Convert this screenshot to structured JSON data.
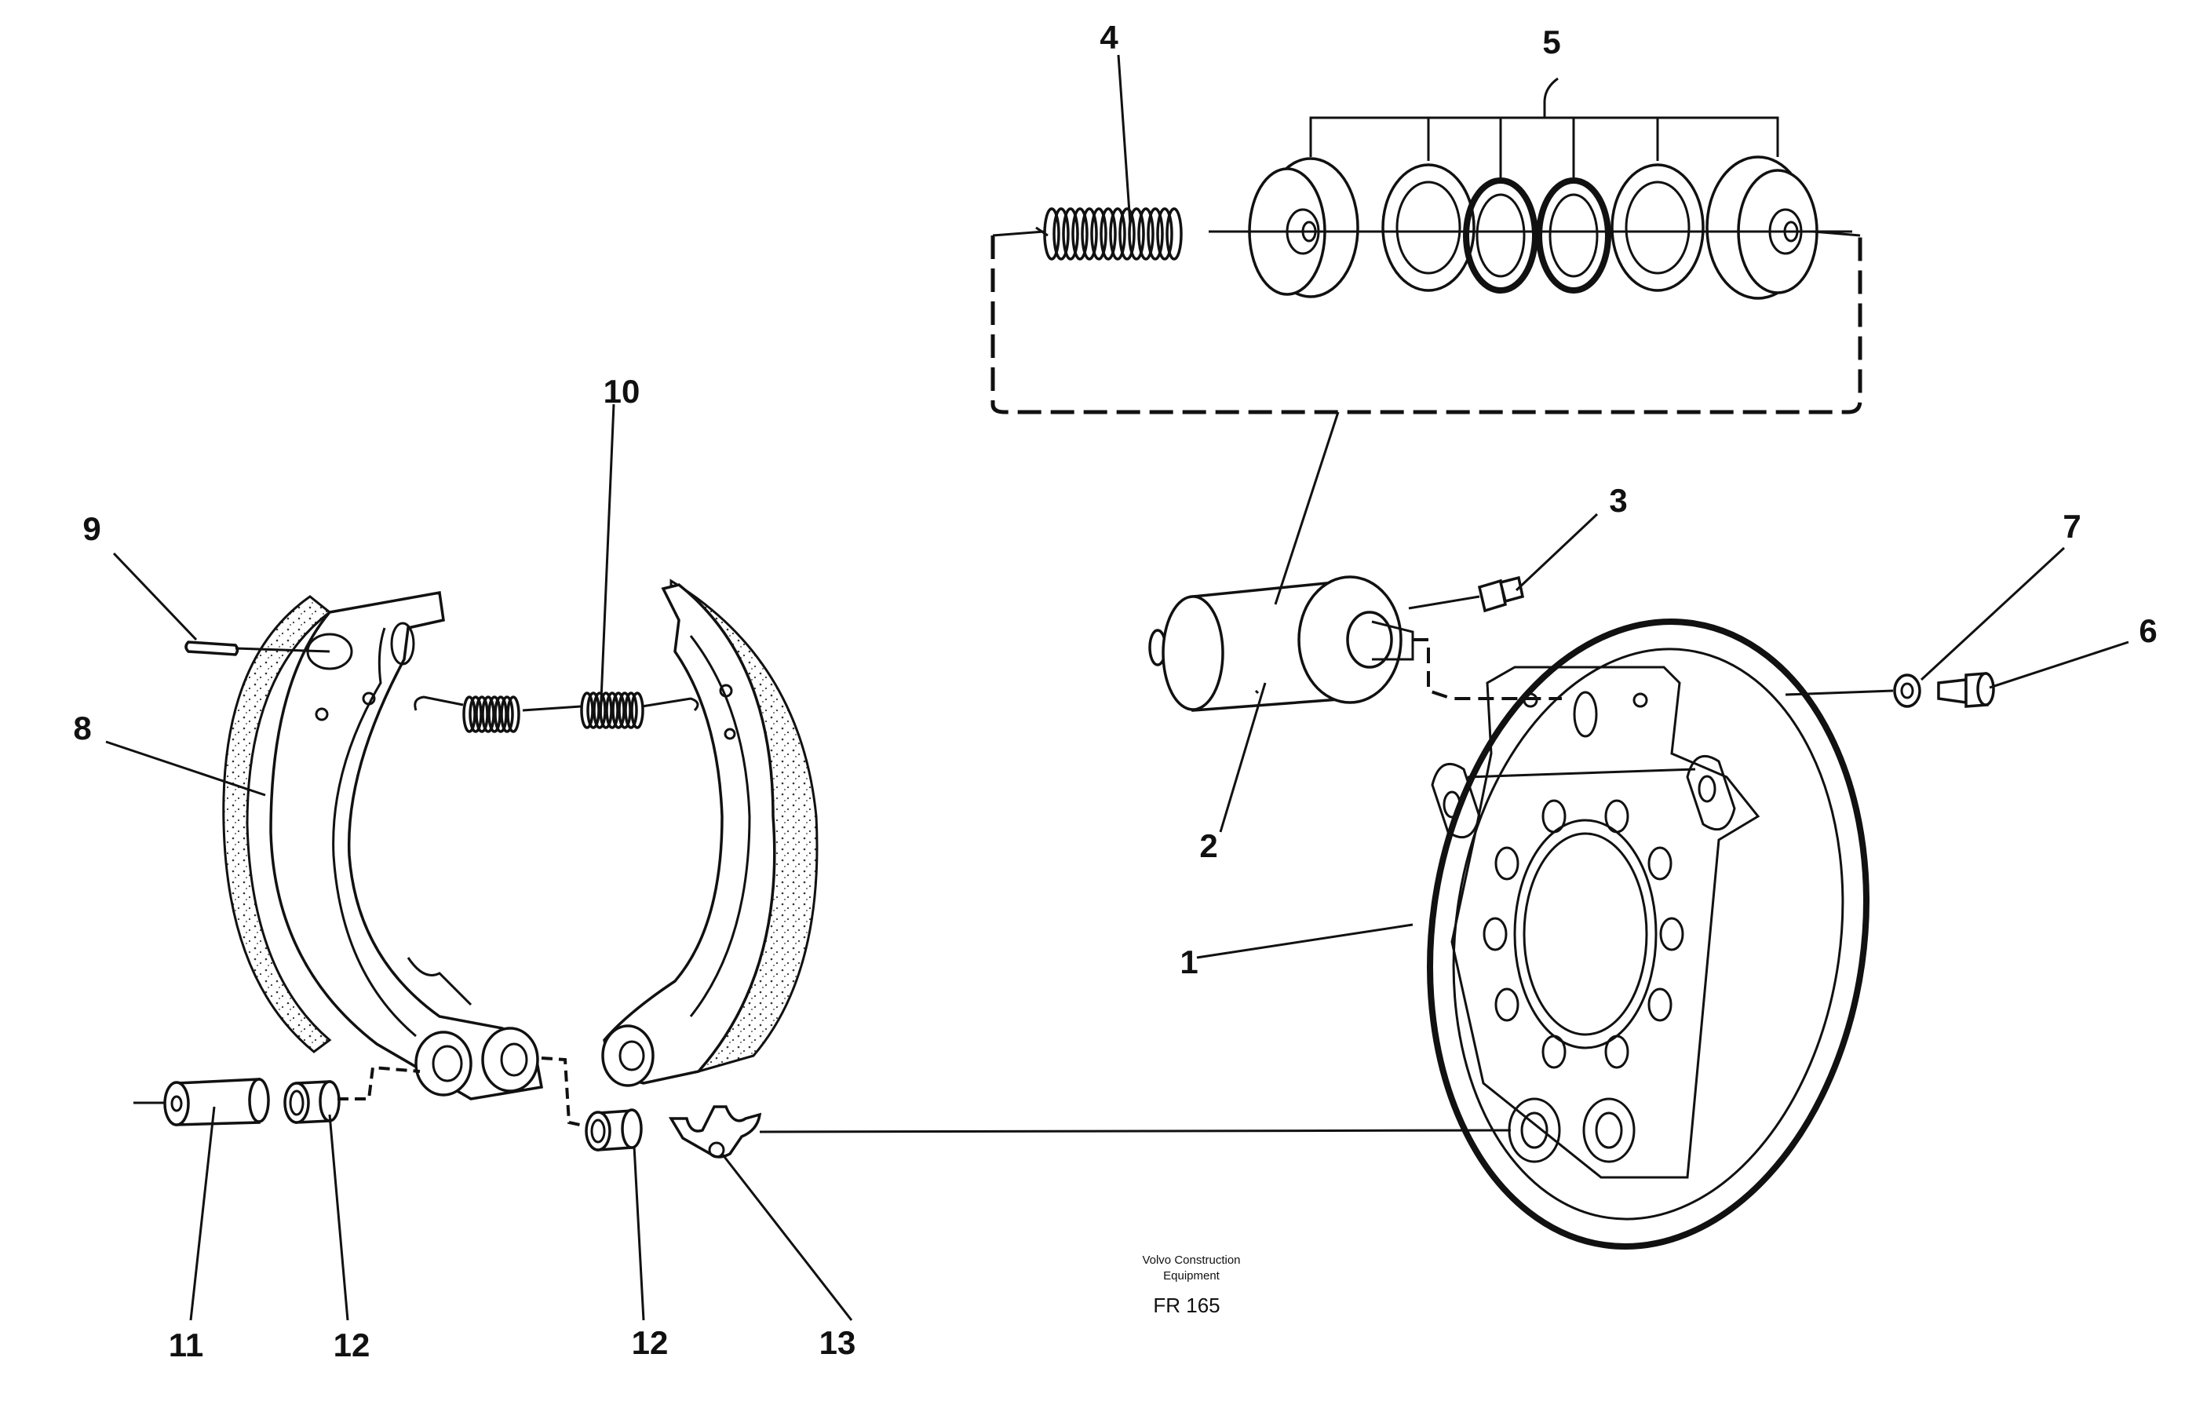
{
  "callouts": {
    "c1": "1",
    "c2": "2",
    "c3": "3",
    "c4": "4",
    "c5": "5",
    "c6": "6",
    "c7": "7",
    "c8": "8",
    "c9": "9",
    "c10": "10",
    "c11": "11",
    "c12a": "12",
    "c12b": "12",
    "c13": "13"
  },
  "caption": {
    "line1": "Volvo Construction",
    "line2": "Equipment",
    "code": "FR 165"
  },
  "colors": {
    "ink": "#111111",
    "paper": "#ffffff"
  }
}
